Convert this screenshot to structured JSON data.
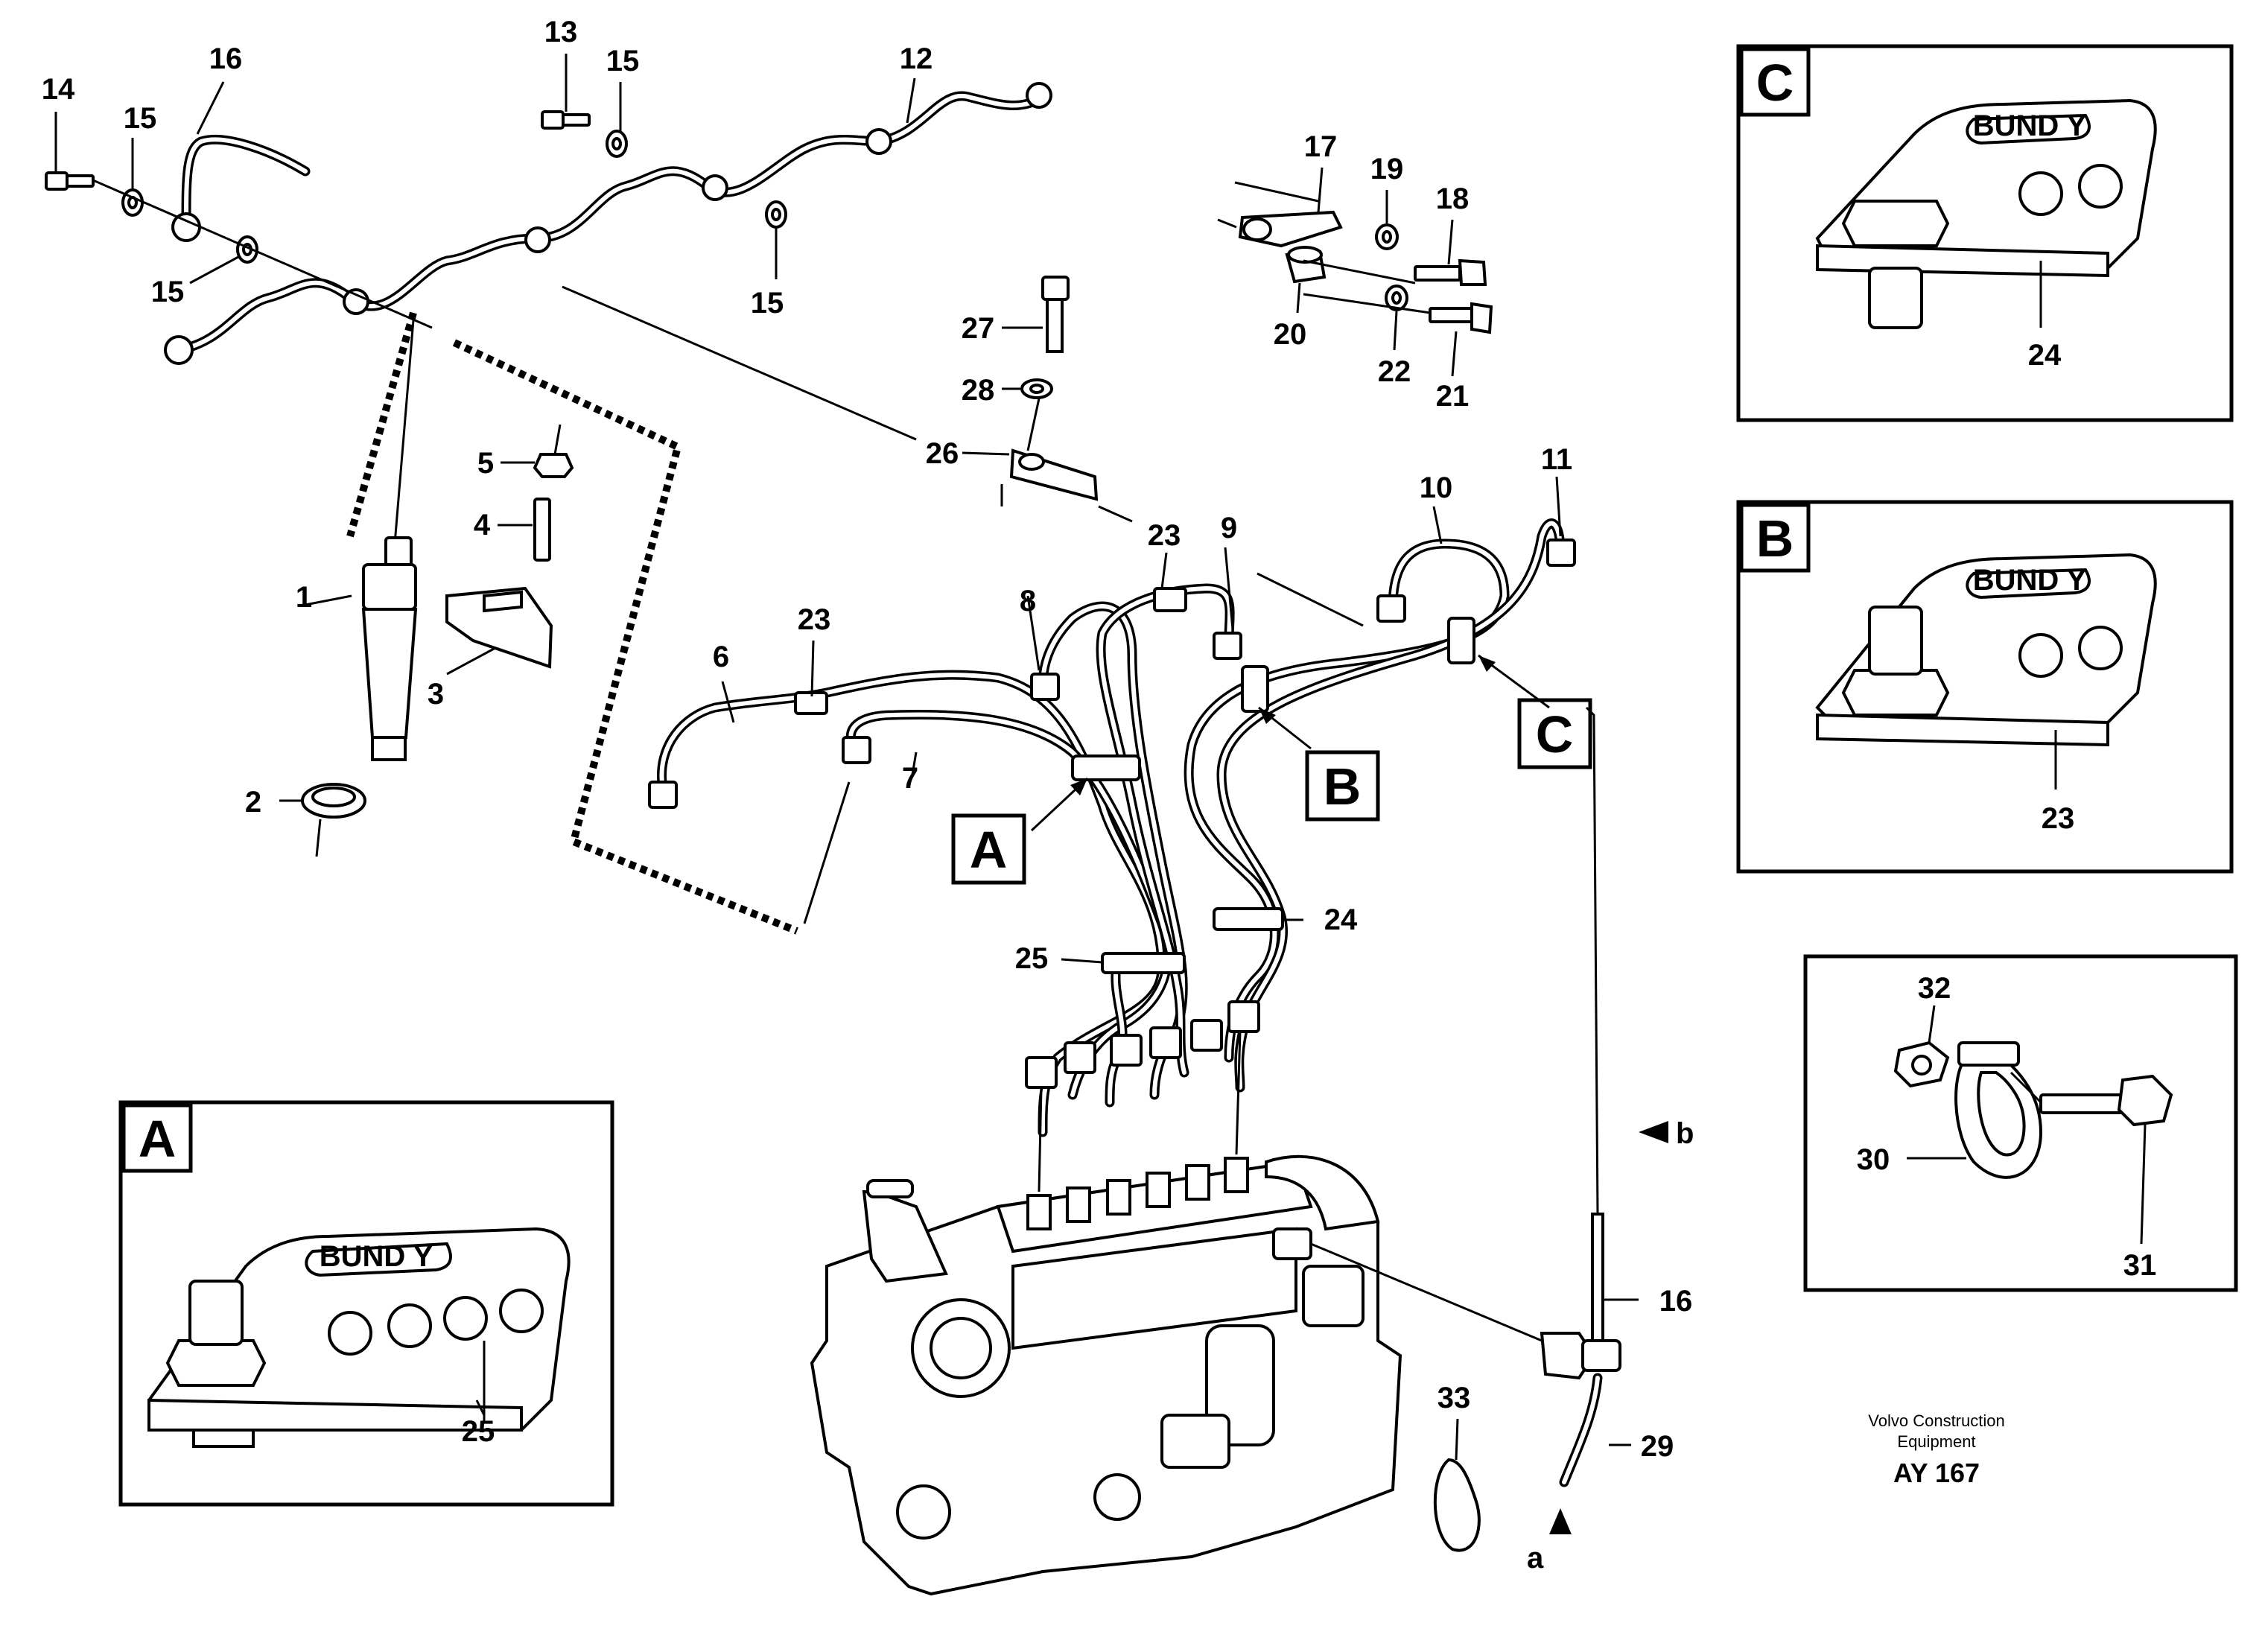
{
  "part_numbers": {
    "p1": "1",
    "p2": "2",
    "p3": "3",
    "p4": "4",
    "p5": "5",
    "p6": "6",
    "p7": "7",
    "p8": "8",
    "p9": "9",
    "p10": "10",
    "p11": "11",
    "p12": "12",
    "p13": "13",
    "p14": "14",
    "p15": "15",
    "p16": "16",
    "p17": "17",
    "p18": "18",
    "p19": "19",
    "p20": "20",
    "p21": "21",
    "p22": "22",
    "p23": "23",
    "p24": "24",
    "p25": "25",
    "p26": "26",
    "p27": "27",
    "p28": "28",
    "p29": "29",
    "p30": "30",
    "p31": "31",
    "p32": "32",
    "p33": "33"
  },
  "callouts": {
    "a": "A",
    "b": "B",
    "c": "C"
  },
  "arrow_labels": {
    "a": "a",
    "b": "b"
  },
  "clamp_text": "BUND Y",
  "footer": {
    "line1": "Volvo Construction",
    "line2": "Equipment",
    "code": "AY 167"
  }
}
